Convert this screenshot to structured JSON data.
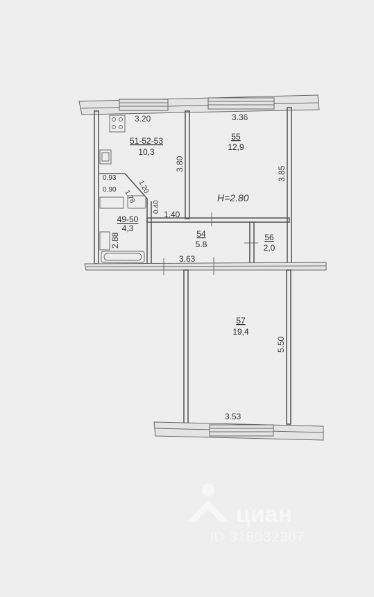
{
  "rooms": {
    "kitchen": {
      "number": "51-52-53",
      "area": "10,3"
    },
    "room55": {
      "number": "55",
      "area": "12,9"
    },
    "bath": {
      "number": "49-50",
      "area": "4,3"
    },
    "hall54": {
      "number": "54",
      "area": "5.8"
    },
    "closet56": {
      "number": "56",
      "area": "2,0"
    },
    "room57": {
      "number": "57",
      "area": "19,4"
    }
  },
  "dimensions": {
    "kitchen_width": "3.20",
    "room55_width": "3.36",
    "kitchen_depth": "3.80",
    "room55_depth": "3.85",
    "ceiling_height": "H=2.80",
    "d_093": "0.93",
    "d_090": "0.90",
    "d_120": "1.20",
    "d_178": "1.78",
    "d_040": "0.40",
    "d_140": "1.40",
    "d_288": "2.88",
    "hall_width": "3.63",
    "room57_depth": "5.50",
    "room57_width": "3.53"
  },
  "watermark": {
    "brand": "циан",
    "id": "ID 318032307"
  }
}
